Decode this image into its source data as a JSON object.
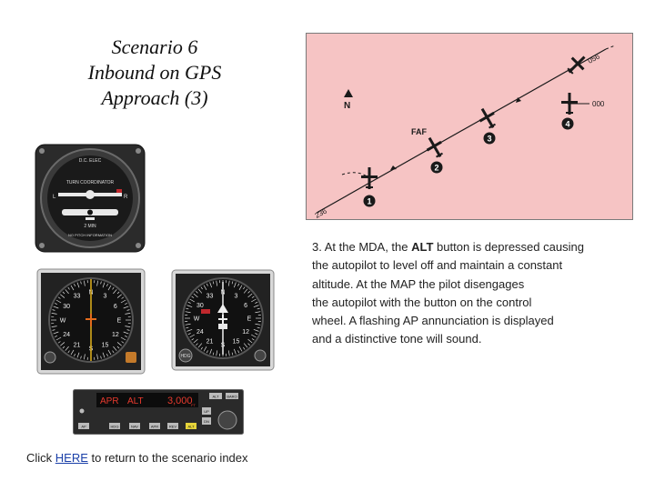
{
  "title": {
    "line1": "Scenario 6",
    "line2": "Inbound on GPS",
    "line3": "Approach (3)"
  },
  "map": {
    "north_label": "N",
    "faf_label": "FAF",
    "course_in": "236",
    "course_out": "056",
    "course_end": "000",
    "positions": [
      "1",
      "2",
      "3",
      "4"
    ],
    "colors": {
      "background": "#f6c4c4",
      "line": "#1a1a1a"
    }
  },
  "instruments": {
    "turn_coordinator": {
      "top_label": "D.C. ELEC",
      "title": "TURN COORDINATOR",
      "min_label": "2 MIN",
      "bottom_label": "NO PITCH INFORMATION",
      "left_mark": "L",
      "right_mark": "R"
    },
    "adf": {
      "heading_labels": [
        "N",
        "3",
        "6",
        "E",
        "12",
        "15",
        "S",
        "21",
        "24",
        "W",
        "30",
        "33"
      ]
    },
    "hsi": {
      "heading_labels": [
        "N",
        "3",
        "6",
        "E",
        "12",
        "15",
        "S",
        "21",
        "24",
        "W",
        "30",
        "33"
      ],
      "hdg_label": "HDG"
    },
    "autopilot": {
      "display_mode": "APR",
      "display_status": "ALT",
      "display_altitude": "3,000",
      "display_unit": "FT",
      "buttons_top": [
        "ALT",
        "BARO"
      ],
      "buttons_bottom": [
        "AP",
        "HDG",
        "NAV",
        "APR",
        "REV",
        "ALT"
      ],
      "side_buttons": [
        "UP",
        "DN"
      ]
    }
  },
  "description": {
    "line1_pre": "3. At the MDA, the ",
    "line1_bold": "ALT",
    "line1_post": " button is depressed causing",
    "line2": "the autopilot to level off and maintain a constant",
    "line3": "altitude. At the MAP the pilot disengages",
    "line4": "the autopilot with the button on the control",
    "line5": "wheel. A flashing AP annunciation is displayed",
    "line6": "and a distinctive tone will sound."
  },
  "footer": {
    "prefix": "Click ",
    "link": "HERE",
    "suffix": " to return to the scenario index"
  }
}
